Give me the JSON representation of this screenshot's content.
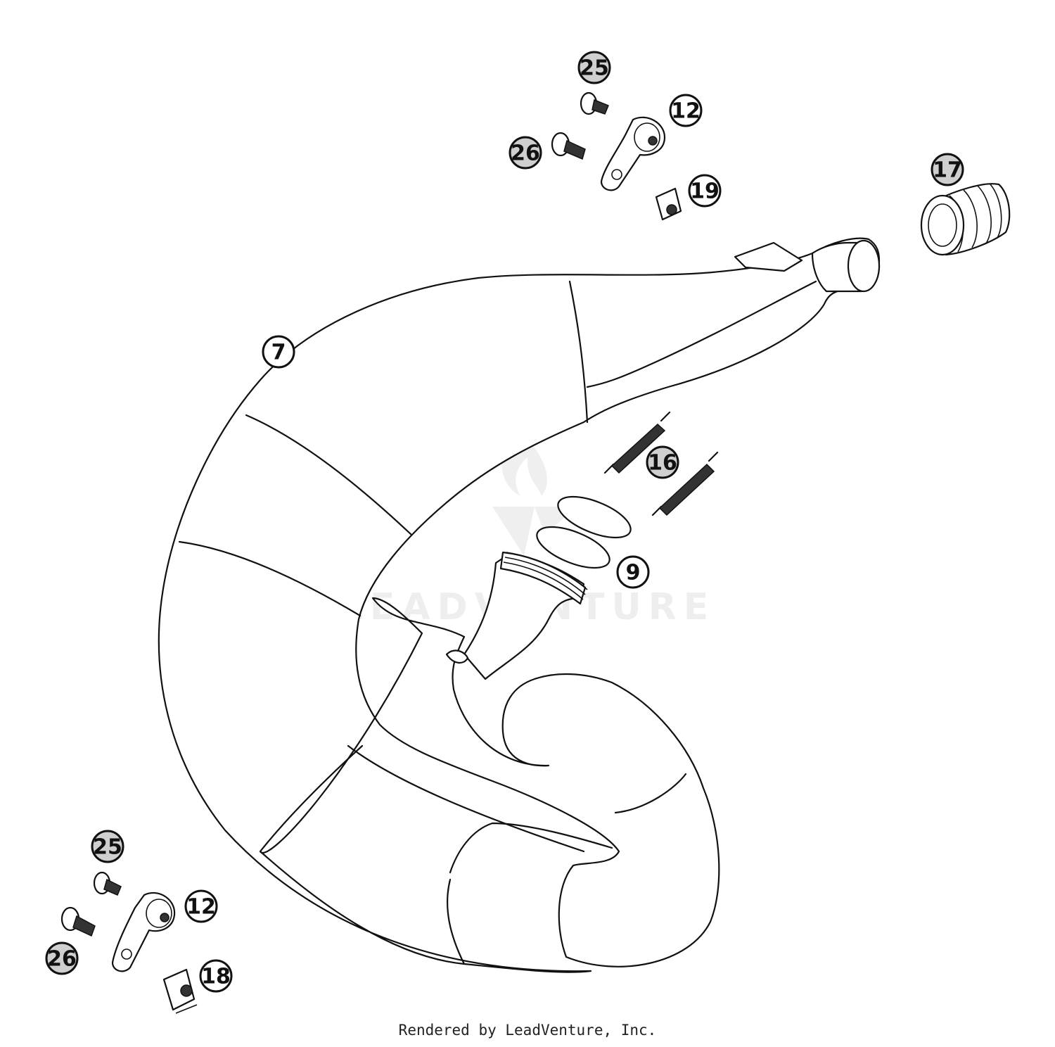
{
  "watermark": {
    "text": "LEADVENTURE"
  },
  "footer": {
    "text": "Rendered by LeadVenture, Inc."
  },
  "callouts": [
    {
      "id": "c25-top",
      "label": "25",
      "shaded": true
    },
    {
      "id": "c12-top",
      "label": "12",
      "shaded": false
    },
    {
      "id": "c26-top",
      "label": "26",
      "shaded": true
    },
    {
      "id": "c19",
      "label": "19",
      "shaded": false
    },
    {
      "id": "c17",
      "label": "17",
      "shaded": true
    },
    {
      "id": "c7",
      "label": "7",
      "shaded": false
    },
    {
      "id": "c16",
      "label": "16",
      "shaded": true
    },
    {
      "id": "c9",
      "label": "9",
      "shaded": false
    },
    {
      "id": "c25-bottom",
      "label": "25",
      "shaded": true
    },
    {
      "id": "c12-bottom",
      "label": "12",
      "shaded": false
    },
    {
      "id": "c26-bottom",
      "label": "26",
      "shaded": true
    },
    {
      "id": "c18",
      "label": "18",
      "shaded": false
    }
  ]
}
